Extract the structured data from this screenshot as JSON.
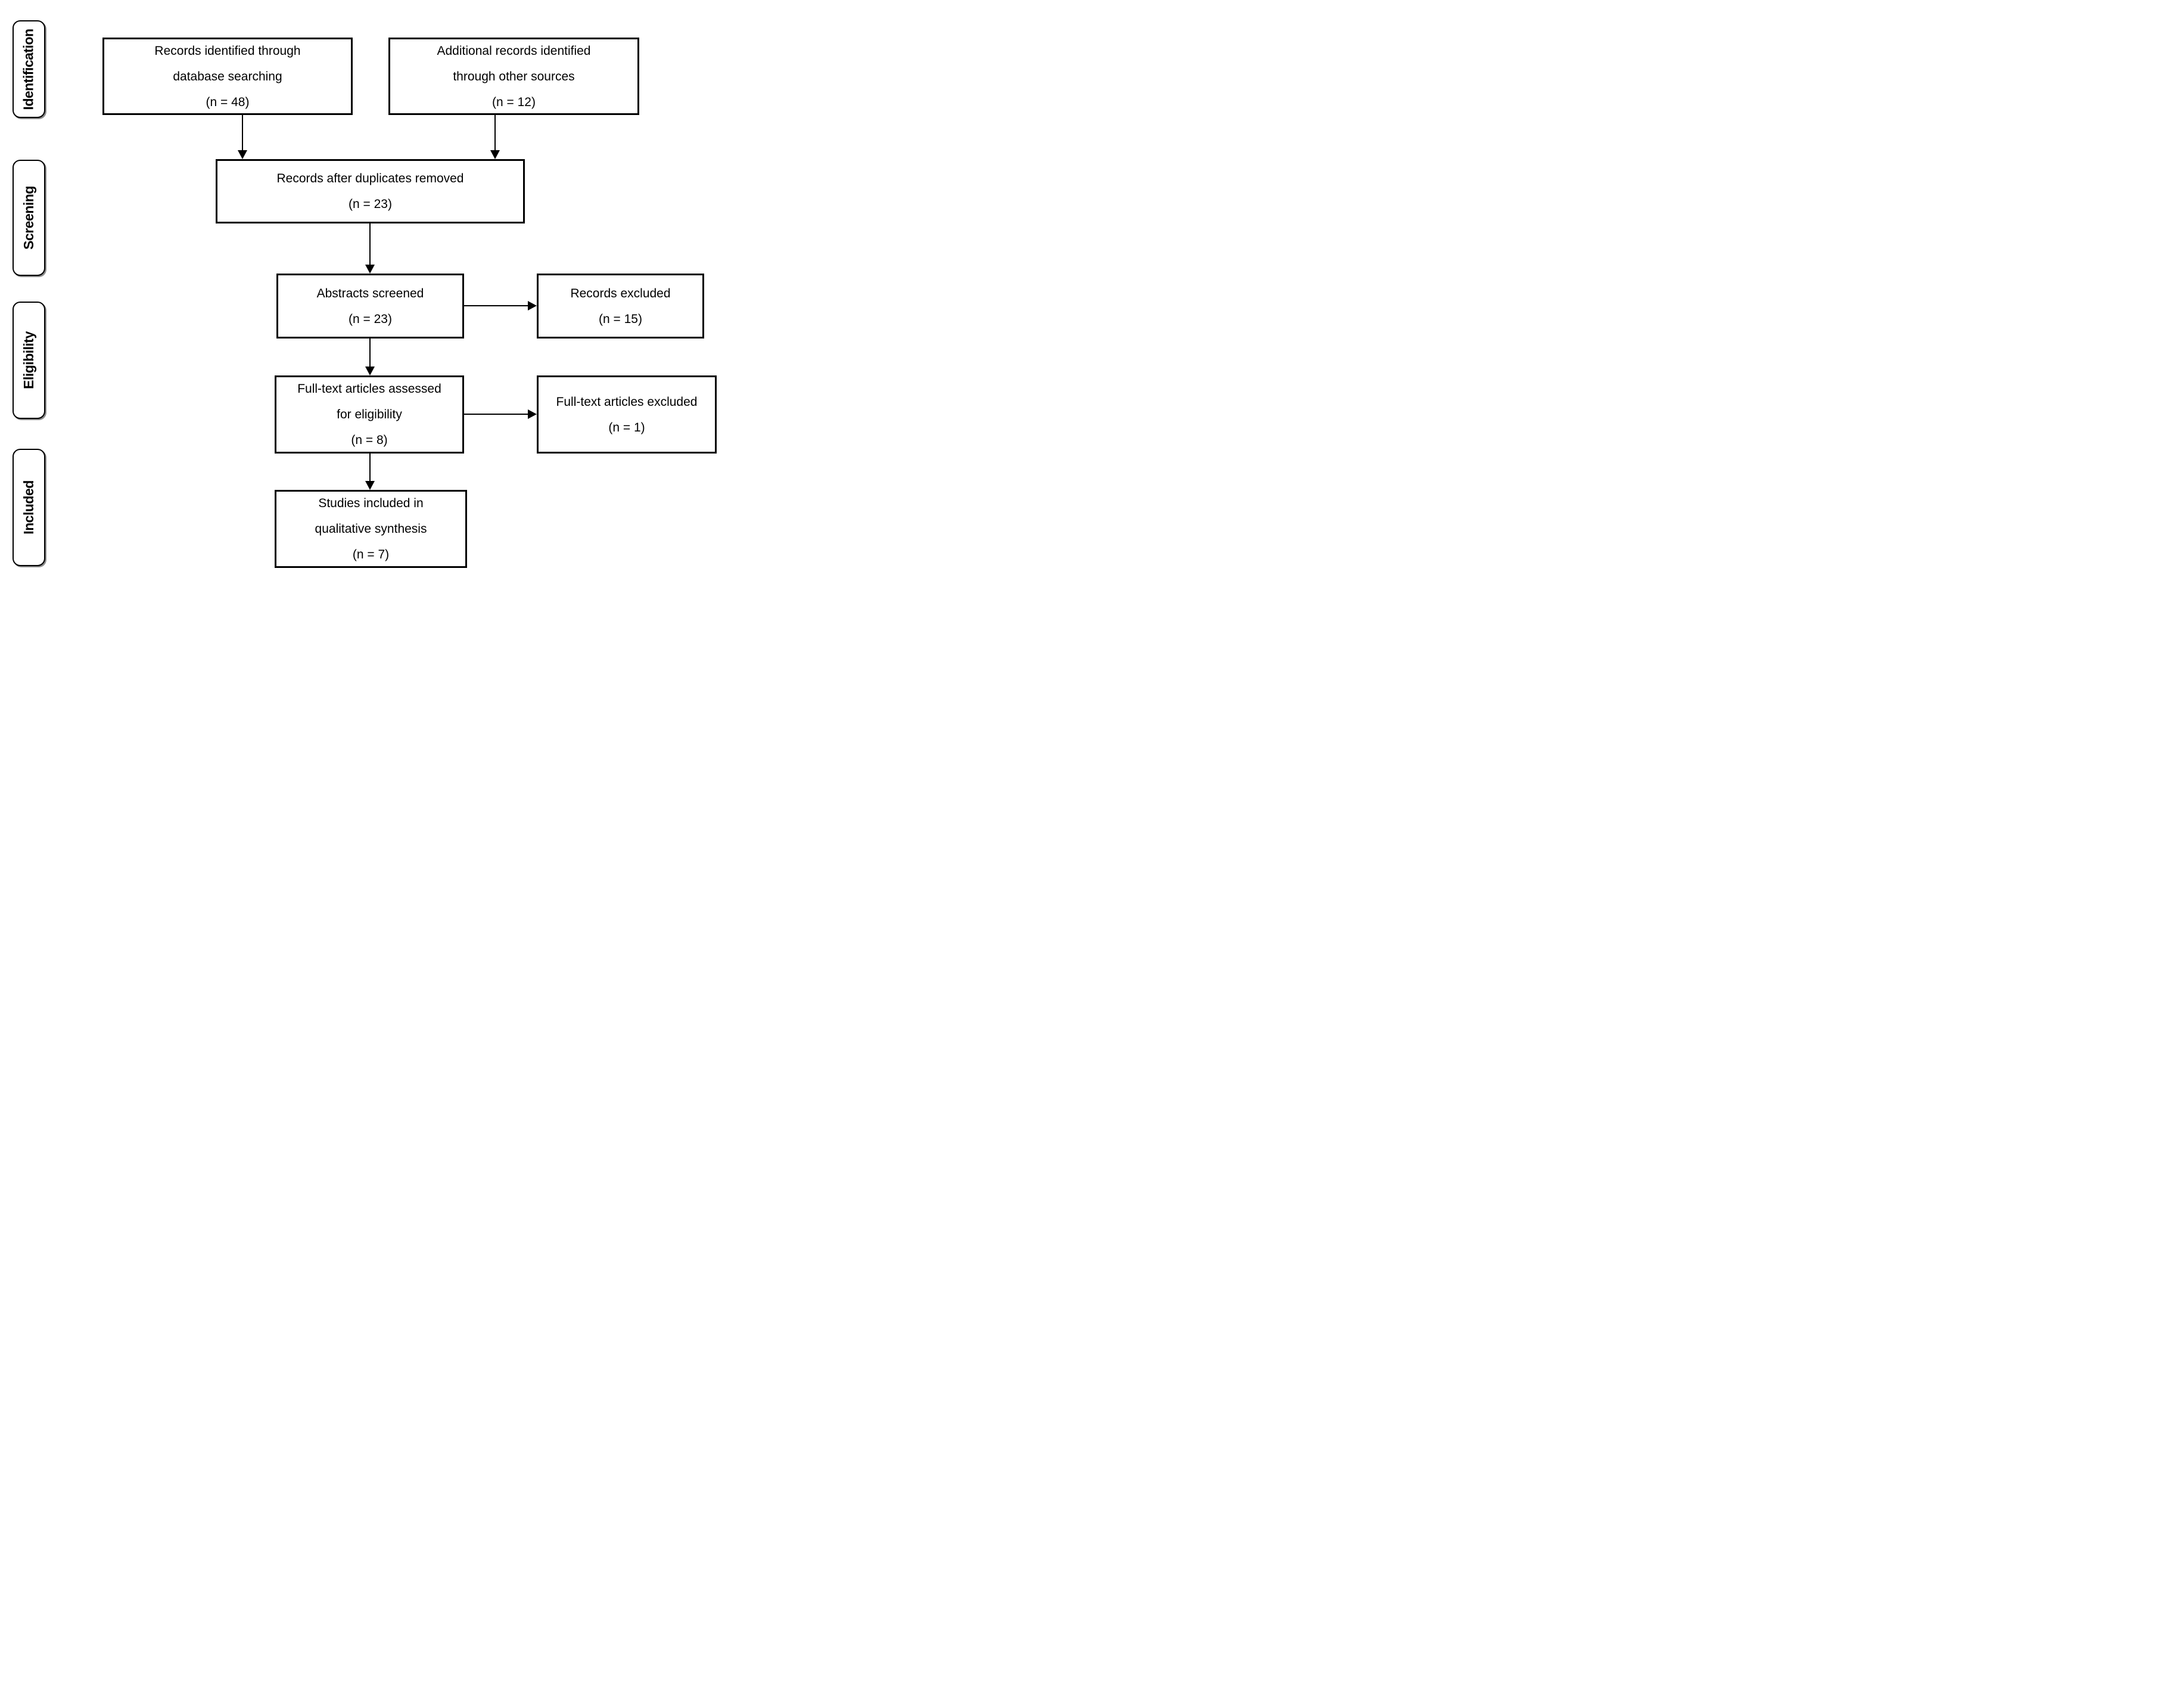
{
  "stage_labels": [
    {
      "label": "Identification"
    },
    {
      "label": "Screening"
    },
    {
      "label": "Eligibility"
    },
    {
      "label": "Included"
    }
  ],
  "boxes": {
    "records_identified": {
      "lines": [
        "Records identified through",
        "database searching"
      ],
      "count": "(n = 48)"
    },
    "additional_records": {
      "lines": [
        "Additional records identified",
        "through other sources"
      ],
      "count": "(n = 12)"
    },
    "after_duplicates": {
      "lines": [
        "Records after duplicates removed"
      ],
      "count": "(n = 23)"
    },
    "abstracts_screened": {
      "lines": [
        "Abstracts screened"
      ],
      "count": "(n = 23)"
    },
    "records_excluded": {
      "lines": [
        "Records excluded"
      ],
      "count": "(n = 15)"
    },
    "fulltext_assessed": {
      "lines": [
        "Full-text articles assessed",
        "for eligibility"
      ],
      "count": "(n = 8)"
    },
    "fulltext_excluded": {
      "lines": [
        "Full-text articles excluded"
      ],
      "count": "(n = 1)"
    },
    "studies_included": {
      "lines": [
        "Studies included in",
        "qualitative synthesis"
      ],
      "count": "(n = 7)"
    }
  },
  "colors": {
    "border": "#000000",
    "text": "#000000",
    "background": "#ffffff"
  }
}
